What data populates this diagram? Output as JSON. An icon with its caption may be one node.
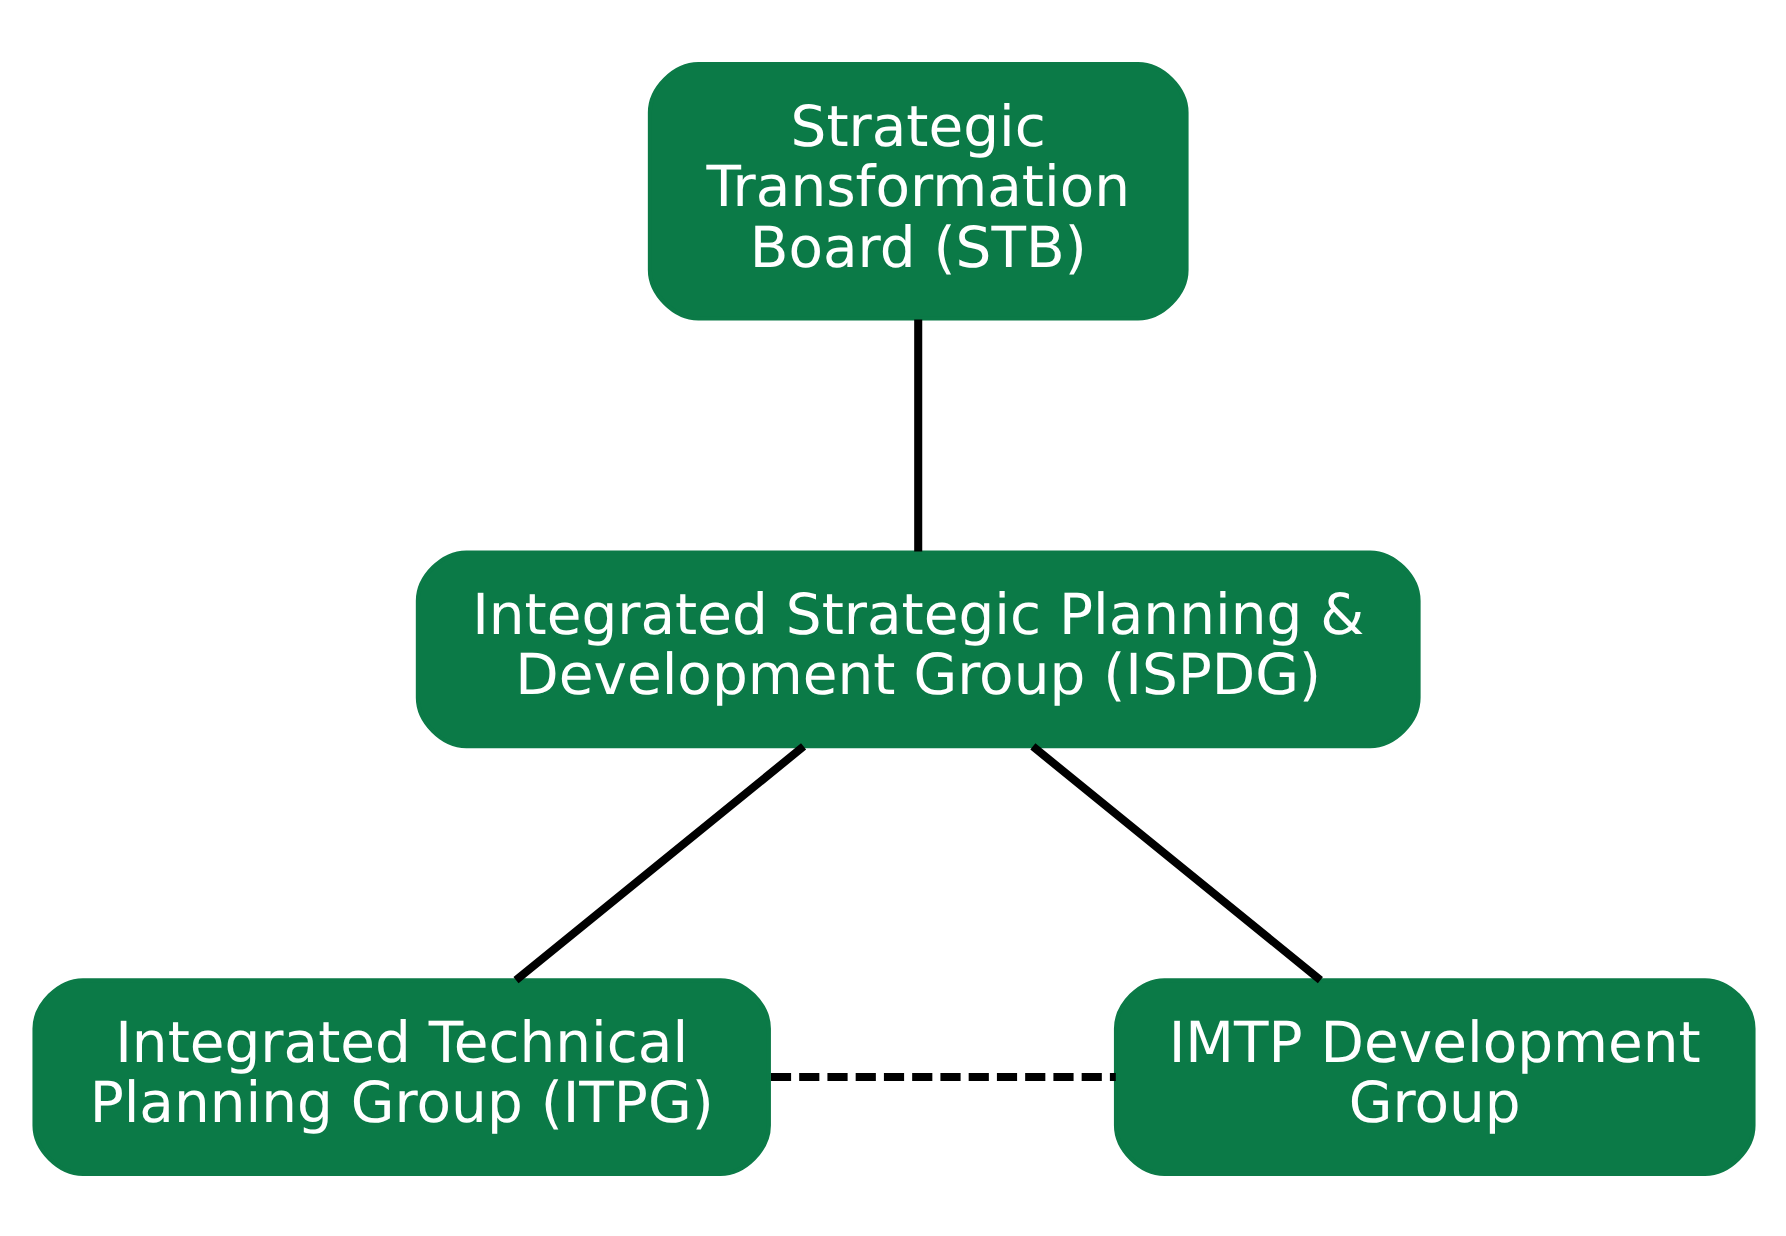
{
  "diagram": {
    "nodes": [
      {
        "text": [
          "Strategic Transformation Board (STB)"
        ]
      },
      {
        "text": [
          "Integrated Strategic Planning & Development Group (ISPDG)"
        ]
      },
      {
        "text": [
          "Integrated Technical Planning Group (ITPG)"
        ]
      },
      {
        "text": [
          "IMTP Development Group"
        ]
      }
    ],
    "edges": [
      {
        "from": 0,
        "to": 1,
        "arrow": "none"
      },
      {
        "from": 1,
        "to": 2,
        "arrow": "none"
      },
      {
        "from": 1,
        "to": 3,
        "arrow": "none"
      },
      {
        "from": 2,
        "to": 3,
        "arrow": "none",
        "style": "dashed"
      }
    ]
  }
}
